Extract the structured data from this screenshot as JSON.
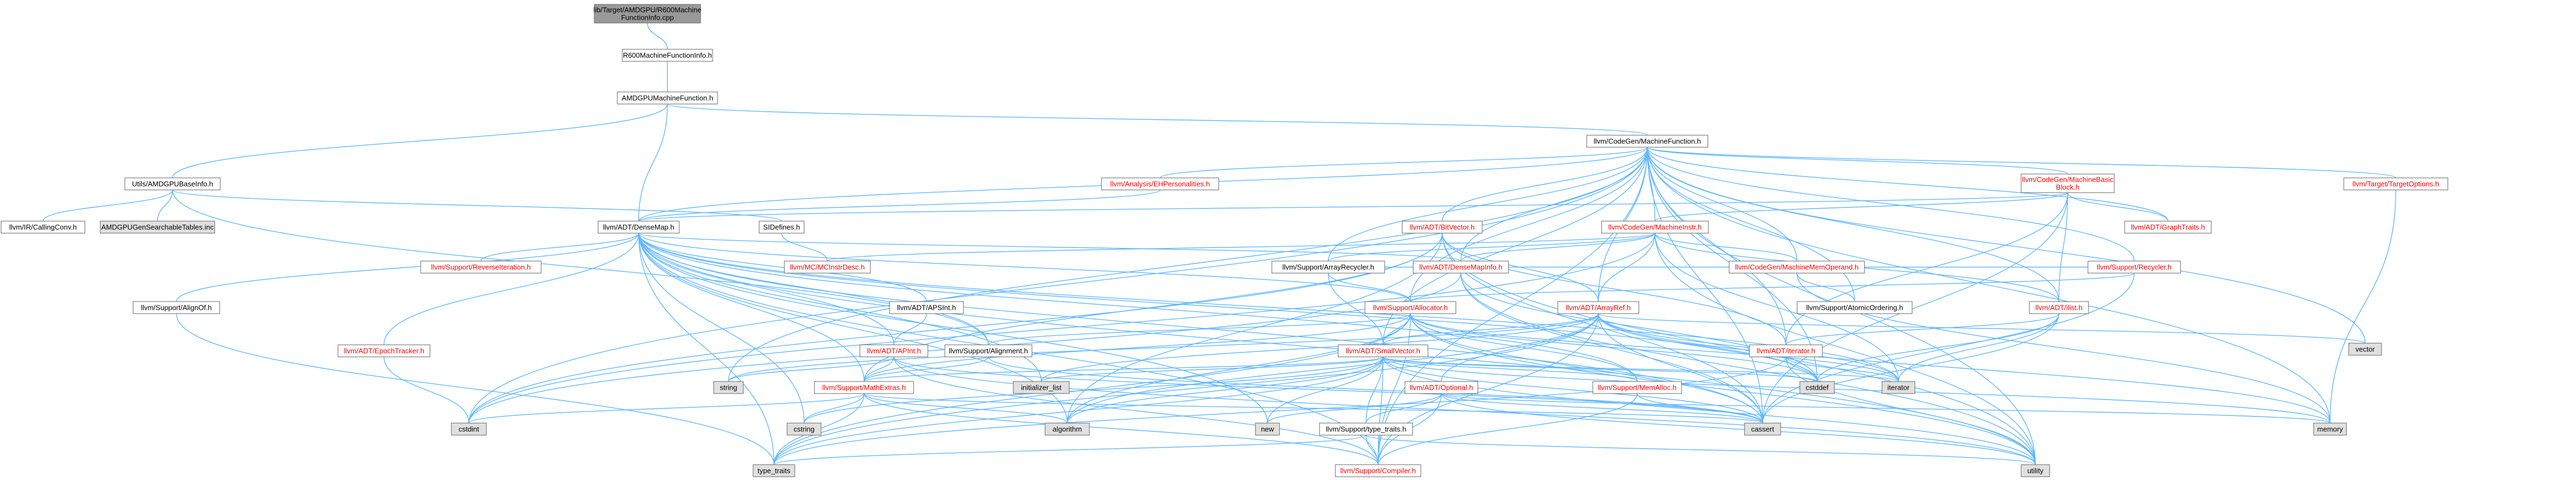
{
  "colors": {
    "edge": "#63b8ff",
    "root_fill": "#999999",
    "internal_fill": "#ffffff",
    "system_fill": "#e0e0e0",
    "text_default": "#000000",
    "text_red": "#ff0000",
    "border": "#666666"
  },
  "nodes": [
    {
      "id": "root",
      "label": [
        "lib/Target/AMDGPU/R600Machine",
        "FunctionInfo.cpp"
      ],
      "kind": "root"
    },
    {
      "id": "r600mfi",
      "label": [
        "R600MachineFunctionInfo.h"
      ],
      "kind": "internal"
    },
    {
      "id": "amdgpumf",
      "label": [
        "AMDGPUMachineFunction.h"
      ],
      "kind": "internal"
    },
    {
      "id": "cgmf",
      "label": [
        "llvm/CodeGen/MachineFunction.h"
      ],
      "kind": "internal"
    },
    {
      "id": "baseinfo",
      "label": [
        "Utils/AMDGPUBaseInfo.h"
      ],
      "kind": "internal"
    },
    {
      "id": "ehpers",
      "label": [
        "llvm/Analysis/EHPersonalities.h"
      ],
      "kind": "red"
    },
    {
      "id": "mbb",
      "label": [
        "llvm/CodeGen/MachineBasic",
        "Block.h"
      ],
      "kind": "red"
    },
    {
      "id": "tto",
      "label": [
        "llvm/Target/TargetOptions.h"
      ],
      "kind": "red"
    },
    {
      "id": "callconv",
      "label": [
        "llvm/IR/CallingConv.h"
      ],
      "kind": "internal"
    },
    {
      "id": "searchable",
      "label": [
        "AMDGPUGenSearchableTables.inc"
      ],
      "kind": "system"
    },
    {
      "id": "densemap",
      "label": [
        "llvm/ADT/DenseMap.h"
      ],
      "kind": "internal"
    },
    {
      "id": "sidefines",
      "label": [
        "SIDefines.h"
      ],
      "kind": "internal"
    },
    {
      "id": "bitvector",
      "label": [
        "llvm/ADT/BitVector.h"
      ],
      "kind": "red"
    },
    {
      "id": "mi",
      "label": [
        "llvm/CodeGen/MachineInstr.h"
      ],
      "kind": "red"
    },
    {
      "id": "graphtraits",
      "label": [
        "llvm/ADT/GraphTraits.h"
      ],
      "kind": "red"
    },
    {
      "id": "reviter",
      "label": [
        "llvm/Support/ReverseIteration.h"
      ],
      "kind": "red"
    },
    {
      "id": "mcinstrdesc",
      "label": [
        "llvm/MC/MCInstrDesc.h"
      ],
      "kind": "red"
    },
    {
      "id": "arrayrec",
      "label": [
        "llvm/Support/ArrayRecycler.h"
      ],
      "kind": "internal"
    },
    {
      "id": "densemapinfo",
      "label": [
        "llvm/ADT/DenseMapInfo.h"
      ],
      "kind": "red"
    },
    {
      "id": "mmo",
      "label": [
        "llvm/CodeGen/MachineMemOperand.h"
      ],
      "kind": "red"
    },
    {
      "id": "recycler",
      "label": [
        "llvm/Support/Recycler.h"
      ],
      "kind": "red"
    },
    {
      "id": "alignof",
      "label": [
        "llvm/Support/AlignOf.h"
      ],
      "kind": "internal"
    },
    {
      "id": "apsint",
      "label": [
        "llvm/ADT/APSInt.h"
      ],
      "kind": "internal"
    },
    {
      "id": "allocator",
      "label": [
        "llvm/Support/Allocator.h"
      ],
      "kind": "red"
    },
    {
      "id": "arrayref",
      "label": [
        "llvm/ADT/ArrayRef.h"
      ],
      "kind": "red"
    },
    {
      "id": "atomicord",
      "label": [
        "llvm/Support/AtomicOrdering.h"
      ],
      "kind": "internal"
    },
    {
      "id": "ilist",
      "label": [
        "llvm/ADT/ilist.h"
      ],
      "kind": "red"
    },
    {
      "id": "epoch",
      "label": [
        "llvm/ADT/EpochTracker.h"
      ],
      "kind": "red"
    },
    {
      "id": "apint",
      "label": [
        "llvm/ADT/APInt.h"
      ],
      "kind": "red"
    },
    {
      "id": "alignment",
      "label": [
        "llvm/Support/Alignment.h"
      ],
      "kind": "internal"
    },
    {
      "id": "smallvec",
      "label": [
        "llvm/ADT/SmallVector.h"
      ],
      "kind": "red"
    },
    {
      "id": "iterator",
      "label": [
        "llvm/ADT/iterator.h"
      ],
      "kind": "red"
    },
    {
      "id": "vector",
      "label": [
        "vector"
      ],
      "kind": "system"
    },
    {
      "id": "string",
      "label": [
        "string"
      ],
      "kind": "system"
    },
    {
      "id": "mathextras",
      "label": [
        "llvm/Support/MathExtras.h"
      ],
      "kind": "red"
    },
    {
      "id": "initlist",
      "label": [
        "initializer_list"
      ],
      "kind": "system"
    },
    {
      "id": "optional",
      "label": [
        "llvm/ADT/Optional.h"
      ],
      "kind": "red"
    },
    {
      "id": "memalloc",
      "label": [
        "llvm/Support/MemAlloc.h"
      ],
      "kind": "red"
    },
    {
      "id": "cstddef",
      "label": [
        "cstddef"
      ],
      "kind": "system"
    },
    {
      "id": "iteratorh",
      "label": [
        "iterator"
      ],
      "kind": "system"
    },
    {
      "id": "cstdint",
      "label": [
        "cstdint"
      ],
      "kind": "system"
    },
    {
      "id": "cstring",
      "label": [
        "cstring"
      ],
      "kind": "system"
    },
    {
      "id": "algorithm",
      "label": [
        "algorithm"
      ],
      "kind": "system"
    },
    {
      "id": "new",
      "label": [
        "new"
      ],
      "kind": "system"
    },
    {
      "id": "typetraitsh",
      "label": [
        "llvm/Support/type_traits.h"
      ],
      "kind": "internal"
    },
    {
      "id": "cassert",
      "label": [
        "cassert"
      ],
      "kind": "system"
    },
    {
      "id": "memory",
      "label": [
        "memory"
      ],
      "kind": "system"
    },
    {
      "id": "typetraits",
      "label": [
        "type_traits"
      ],
      "kind": "system"
    },
    {
      "id": "compiler",
      "label": [
        "llvm/Support/Compiler.h"
      ],
      "kind": "red"
    },
    {
      "id": "utility",
      "label": [
        "utility"
      ],
      "kind": "system"
    }
  ]
}
